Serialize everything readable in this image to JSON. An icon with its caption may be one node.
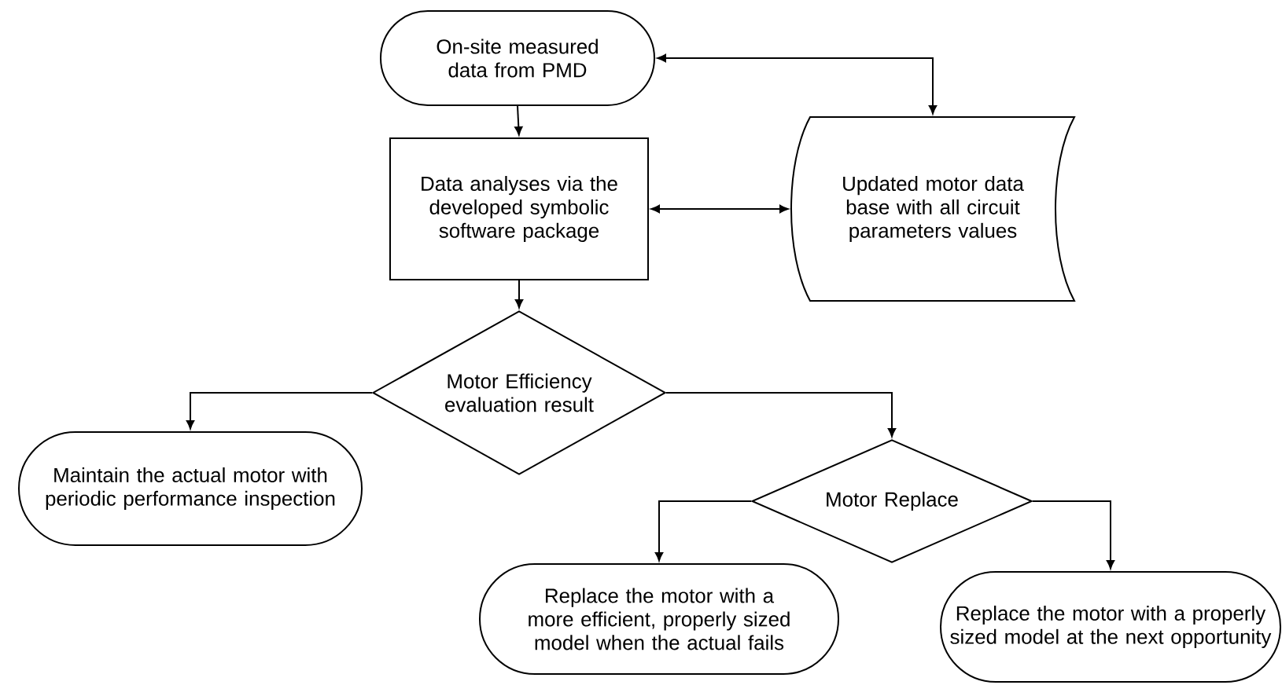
{
  "diagram": {
    "nodes": [
      {
        "text": [
          "On-site measured data from PMD"
        ]
      },
      {
        "text": [
          "Data analyses via the developed symbolic software package"
        ]
      },
      {
        "text": [
          "Updated motor data base with all circuit parameters values"
        ]
      },
      {
        "text": [
          "Motor Efficiency evaluation result"
        ]
      },
      {
        "text": [
          "Maintain the actual motor with periodic performance inspection"
        ]
      },
      {
        "text": [
          "Motor Replace"
        ]
      },
      {
        "text": [
          "Replace the motor with a more efficient, properly sized model when the actual fails"
        ]
      },
      {
        "text": [
          "Replace the motor with a properly sized model at the next opportunity"
        ]
      }
    ],
    "edges": [
      {
        "from": 0,
        "to": 1,
        "arrow": "to"
      },
      {
        "from": 1,
        "to": 2,
        "arrow": "both"
      },
      {
        "from": 0,
        "to": 2,
        "arrow": "both"
      },
      {
        "from": 1,
        "to": 3,
        "arrow": "to"
      },
      {
        "from": 3,
        "to": 4,
        "arrow": "to"
      },
      {
        "from": 3,
        "to": 5,
        "arrow": "to"
      },
      {
        "from": 5,
        "to": 6,
        "arrow": "to"
      },
      {
        "from": 5,
        "to": 7,
        "arrow": "to"
      }
    ]
  }
}
